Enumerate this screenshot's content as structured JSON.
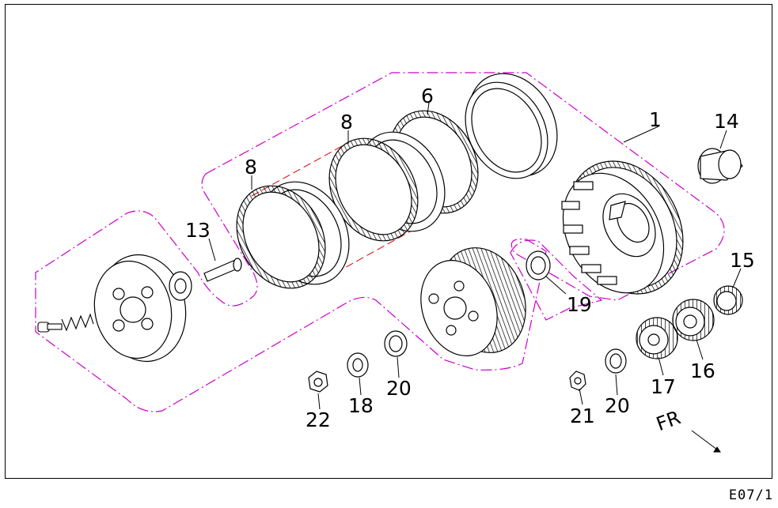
{
  "drawing": {
    "page_code": "E07/1",
    "direction_label": "FR",
    "accent_color": "#cc00cc",
    "guide_color": "#dd0000",
    "callouts": [
      "1",
      "6",
      "8",
      "8",
      "13",
      "14",
      "15",
      "16",
      "17",
      "18",
      "19",
      "20",
      "20",
      "21",
      "22"
    ]
  }
}
